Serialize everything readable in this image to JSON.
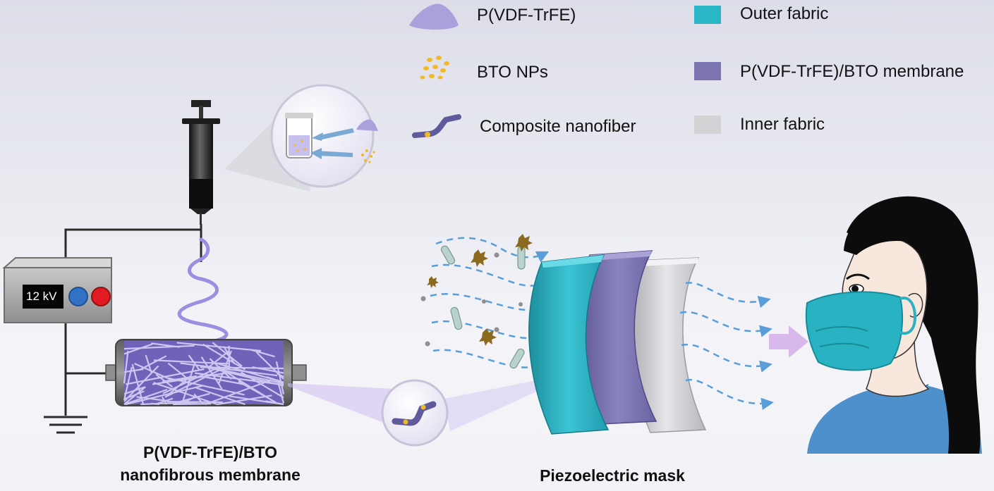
{
  "legend": {
    "pvdf_trfe": "P(VDF-TrFE)",
    "bto_nps": "BTO NPs",
    "composite_nanofiber": "Composite nanofiber",
    "outer_fabric": "Outer fabric",
    "membrane": "P(VDF-TrFE)/BTO membrane",
    "inner_fabric": "Inner fabric"
  },
  "power_supply": {
    "voltage": "12 kV"
  },
  "captions": {
    "membrane_line1": "P(VDF-TrFE)/BTO",
    "membrane_line2": "nanofibrous membrane",
    "mask": "Piezoelectric mask"
  },
  "colors": {
    "outer_fabric": "#2bb6c8",
    "membrane": "#7b74b0",
    "inner_fabric": "#cfcfd3",
    "polymer": "#a9a0dc",
    "bto": "#f2b826",
    "airflow": "#5a9ed9",
    "mask": "#29b3c2",
    "hair": "#0c0c0c",
    "skin": "#f7e7dd",
    "shirt": "#4d90cc",
    "arrow": "#d9b8ec"
  },
  "icons": [
    "pvdf-powder-icon",
    "bto-nps-icon",
    "nanofiber-icon",
    "syringe-icon",
    "power-supply-icon",
    "ground-icon",
    "collector-drum-icon",
    "magnifier-icon",
    "person-icon",
    "mask-icon"
  ]
}
